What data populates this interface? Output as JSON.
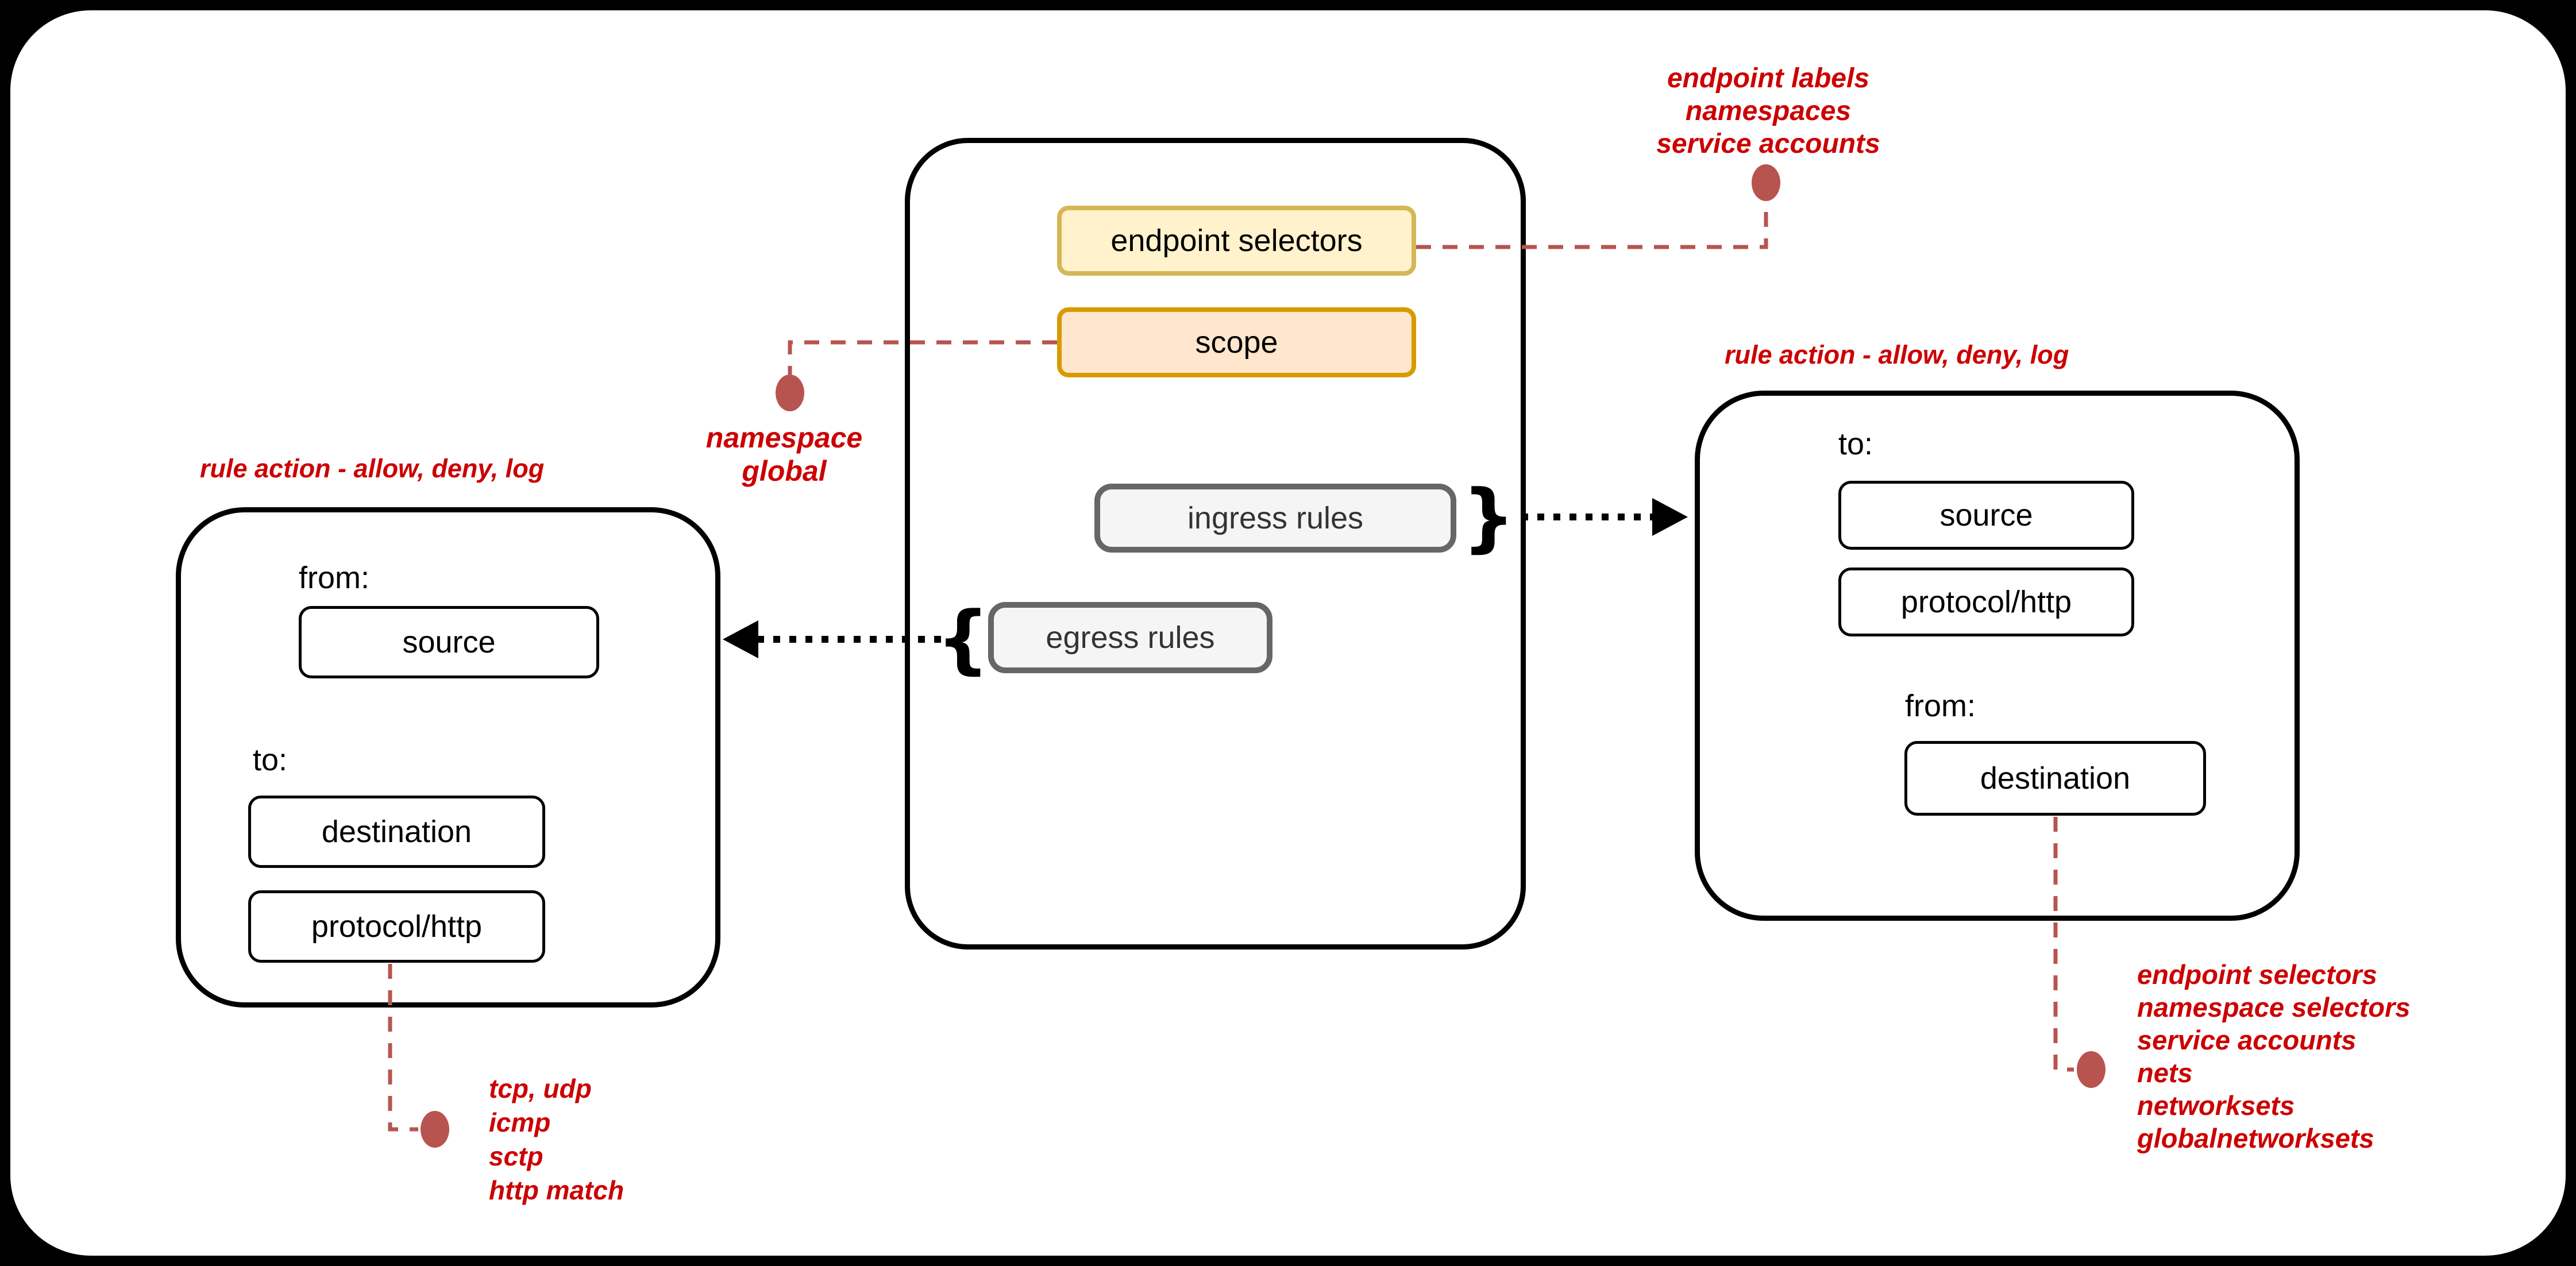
{
  "diagram": {
    "center_box": {
      "endpoint_selectors": "endpoint selectors",
      "scope": "scope",
      "ingress_rules": "ingress rules",
      "egress_rules": "egress rules"
    },
    "left_box": {
      "title": "rule action - allow, deny, log",
      "from_label": "from:",
      "source": "source",
      "to_label": "to:",
      "destination": "destination",
      "protocol": "protocol/http"
    },
    "right_box": {
      "title": "rule action - allow, deny, log",
      "to_label": "to:",
      "source": "source",
      "protocol": "protocol/http",
      "from_label": "from:",
      "destination": "destination"
    },
    "notes": {
      "endpoint_selectors_note": [
        "endpoint labels",
        "namespaces",
        "service accounts"
      ],
      "scope_note": [
        "namespace",
        "global"
      ],
      "protocol_note": [
        "tcp, udp",
        "icmp",
        "sctp",
        "http match"
      ],
      "destination_note": [
        "endpoint selectors",
        "namespace selectors",
        "service accounts",
        "nets",
        "networksets",
        "globalnetworksets"
      ]
    },
    "glyphs": {
      "brace_open": "{",
      "brace_close": "}"
    },
    "colors": {
      "annotation_text": "#cc0000",
      "connector_red": "#b85450",
      "yellow_fill": "#fff2cc",
      "yellow_border": "#d6b656",
      "orange_fill": "#ffe6cc",
      "orange_border": "#d79b00",
      "gray_fill": "#f5f5f5",
      "gray_border": "#666666",
      "black": "#000000",
      "background": "#ffffff"
    }
  }
}
